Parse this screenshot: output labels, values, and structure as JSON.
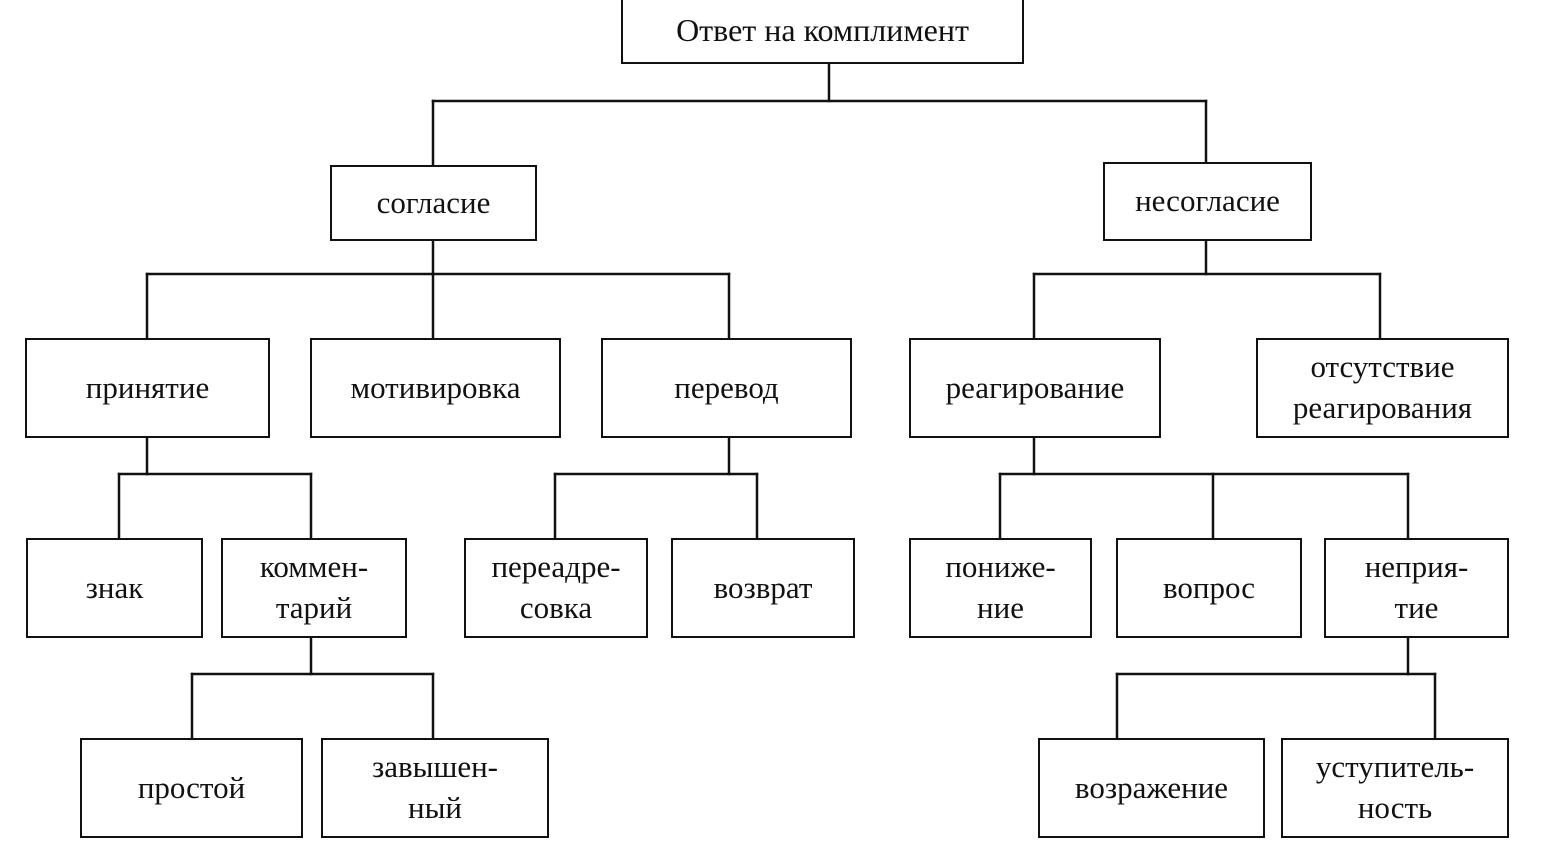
{
  "diagram": {
    "nodes": {
      "root": "Ответ на комплимент",
      "agreement": "согласие",
      "disagreement": "несогласие",
      "acceptance": "принятие",
      "motivation": "мотивировка",
      "transfer": "перевод",
      "reaction": "реагирование",
      "no_reaction": "отсутствие\nреагирования",
      "sign": "знак",
      "comment": "коммен-\nтарий",
      "readdressing": "переадре-\nсовка",
      "return": "возврат",
      "lowering": "пониже-\nние",
      "question": "вопрос",
      "non_acceptance": "неприя-\nтие",
      "simple": "простой",
      "elevated": "завышен-\nный",
      "objection": "возражение",
      "concession": "уступитель-\nность"
    }
  }
}
